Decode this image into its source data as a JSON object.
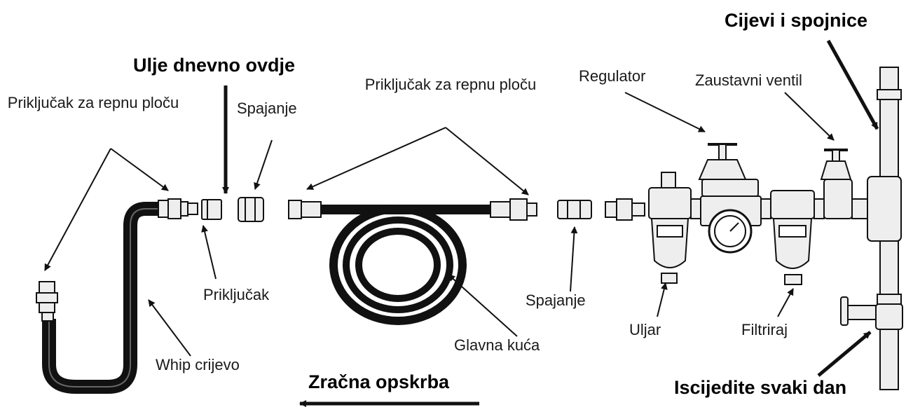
{
  "labels": {
    "tailplate_left": "Priključak za repnu ploču",
    "oil_daily": "Ulje dnevno ovdje",
    "coupling_top": "Spajanje",
    "tailplate_mid": "Priključak za repnu ploču",
    "regulator": "Regulator",
    "shutoff_valve": "Zaustavni ventil",
    "pipes_fittings": "Cijevi i spojnice",
    "connector": "Priključak",
    "whip_hose": "Whip crijevo",
    "main_hose": "Glavna kuća",
    "coupling_bottom": "Spajanje",
    "oiler": "Uljar",
    "filter": "Filtriraj",
    "air_supply": "Zračna opskrba",
    "drain_daily": "Iscijedite svaki dan"
  },
  "colors": {
    "line": "#111111",
    "metal": "#e8e8e8",
    "hose": "#141414"
  }
}
